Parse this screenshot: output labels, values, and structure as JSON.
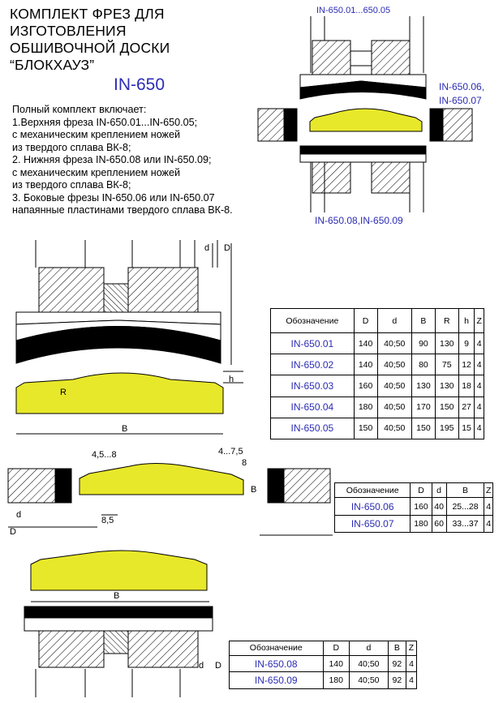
{
  "header": {
    "title_lines": [
      "КОМПЛЕКТ ФРЕЗ ДЛЯ",
      "ИЗГОТОВЛЕНИЯ",
      "ОБШИВОЧНОЙ ДОСКИ",
      "“БЛОКХАУЗ”"
    ],
    "code": "IN-650"
  },
  "description": {
    "lines": [
      "Полный комплект включает:",
      "1.Верхняя фреза IN-650.01...IN-650.05;",
      "с механическим креплением ножей",
      "из твердого сплава ВК-8;",
      "2. Нижняя фреза IN-650.08 или IN-650.09;",
      "с механическим креплением ножей",
      "из твердого сплава ВК-8;",
      "3. Боковые фрезы IN-650.06 или IN-650.07",
      "напаянные пластинами твердого сплава ВК-8."
    ]
  },
  "assembly_labels": {
    "top": "IN-650.01...650.05",
    "side_1": "IN-650.06,",
    "side_2": "IN-650.07",
    "bottom": "IN-650.08,IN-650.09"
  },
  "dimension_labels": {
    "d": "d",
    "D": "D",
    "h": "h",
    "R": "R",
    "B": "B",
    "side_left": "4,5...8",
    "side_right": "4...7,5",
    "eight": "8",
    "eight_half": "8,5"
  },
  "table_top": {
    "headers": [
      "Обозначение",
      "D",
      "d",
      "B",
      "R",
      "h",
      "Z"
    ],
    "rows": [
      [
        "IN-650.01",
        "140",
        "40;50",
        "90",
        "130",
        "9",
        "4"
      ],
      [
        "IN-650.02",
        "140",
        "40;50",
        "80",
        "75",
        "12",
        "4"
      ],
      [
        "IN-650.03",
        "160",
        "40;50",
        "130",
        "130",
        "18",
        "4"
      ],
      [
        "IN-650.04",
        "180",
        "40;50",
        "170",
        "150",
        "27",
        "4"
      ],
      [
        "IN-650.05",
        "150",
        "40;50",
        "150",
        "195",
        "15",
        "4"
      ]
    ]
  },
  "table_side": {
    "headers": [
      "Обозначение",
      "D",
      "d",
      "B",
      "Z"
    ],
    "rows": [
      [
        "IN-650.06",
        "160",
        "40",
        "25...28",
        "4"
      ],
      [
        "IN-650.07",
        "180",
        "60",
        "33...37",
        "4"
      ]
    ]
  },
  "table_bottom": {
    "headers": [
      "Обозначение",
      "D",
      "d",
      "B",
      "Z"
    ],
    "rows": [
      [
        "IN-650.08",
        "140",
        "40;50",
        "92",
        "4"
      ],
      [
        "IN-650.09",
        "180",
        "40;50",
        "92",
        "4"
      ]
    ]
  },
  "colors": {
    "profile": "#e8e82a",
    "accent": "#2c2cb4"
  }
}
